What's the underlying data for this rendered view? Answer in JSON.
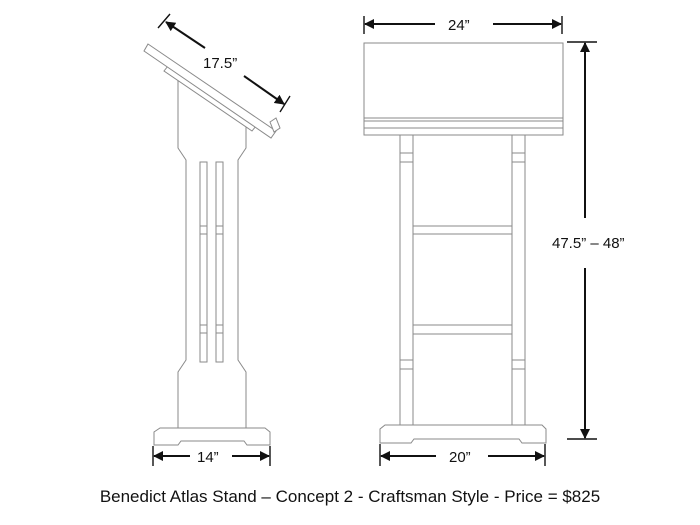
{
  "caption": "Benedict Atlas Stand – Concept 2 - Craftsman Style - Price = $825",
  "side_view": {
    "top_depth_label": "17.5”",
    "base_depth_label": "14”"
  },
  "front_view": {
    "top_width_label": "24”",
    "base_width_label": "20”",
    "height_label": "47.5” – 48”"
  },
  "colors": {
    "outline": "#8a8a8a",
    "dimension": "#111111",
    "background": "#ffffff"
  }
}
